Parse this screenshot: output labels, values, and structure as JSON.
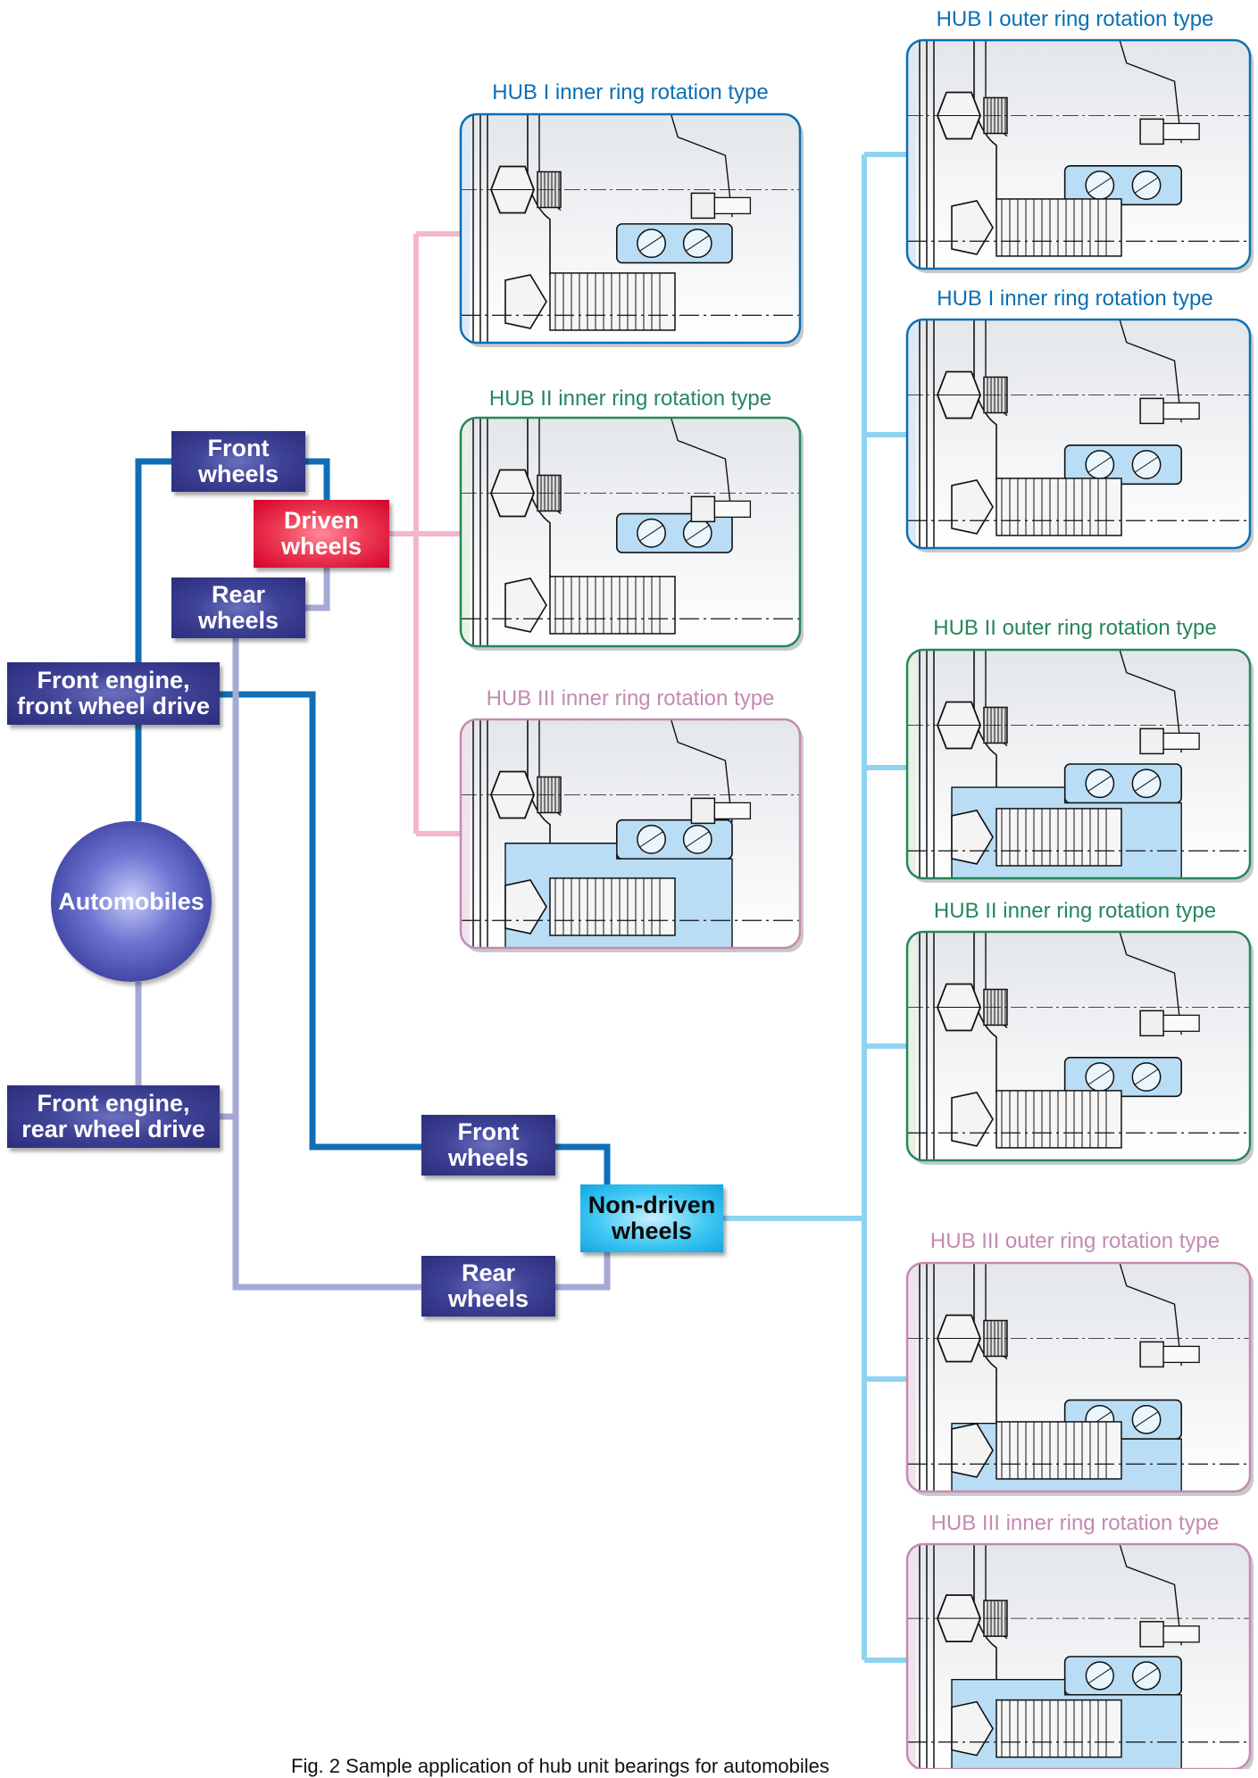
{
  "root": {
    "label": "Automobiles"
  },
  "drive_types": {
    "ff": [
      "Front engine,",
      "front wheel drive"
    ],
    "fr": [
      "Front engine,",
      "rear wheel drive"
    ]
  },
  "branches": {
    "driven_front": [
      "Front",
      "wheels"
    ],
    "driven_rear": [
      "Rear",
      "wheels"
    ],
    "driven": [
      "Driven",
      "wheels"
    ],
    "nondriven_front": [
      "Front",
      "wheels"
    ],
    "nondriven_rear": [
      "Rear",
      "wheels"
    ],
    "nondriven": [
      "Non-driven",
      "wheels"
    ]
  },
  "driven_panels": [
    {
      "title": "HUB I inner ring rotation type",
      "color": "#0b6fb3"
    },
    {
      "title": "HUB II inner ring rotation type",
      "color": "#25875a"
    },
    {
      "title": "HUB III inner ring rotation type",
      "color": "#c48ab0"
    }
  ],
  "nondriven_panels": [
    {
      "title": "HUB I outer ring rotation type",
      "color": "#0b6fb3"
    },
    {
      "title": "HUB I inner ring rotation type",
      "color": "#0b6fb3"
    },
    {
      "title": "HUB II outer ring rotation type",
      "color": "#25875a"
    },
    {
      "title": "HUB II inner ring rotation type",
      "color": "#25875a"
    },
    {
      "title": "HUB III outer ring rotation type",
      "color": "#c48ab0"
    },
    {
      "title": "HUB III inner ring rotation type",
      "color": "#c48ab0"
    }
  ],
  "caption": "Fig. 2  Sample application of hub unit bearings for automobiles",
  "line_colors": {
    "dark_blue": "#0f6eb6",
    "lavender": "#a6a8d6",
    "pink": "#f4b6cc",
    "light_blue": "#8fd3f1"
  },
  "bearing_fill": "#b9ddf5"
}
